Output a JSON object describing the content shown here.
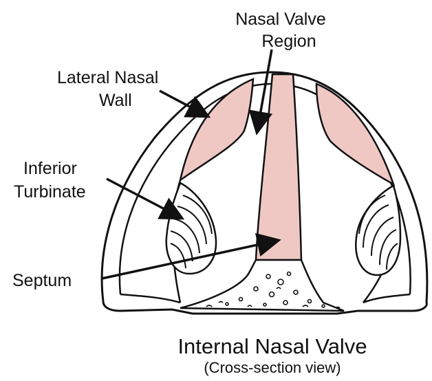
{
  "labels": {
    "nasal_valve_region": [
      "Nasal Valve",
      "Region"
    ],
    "lateral_nasal_wall": [
      "Lateral Nasal",
      "Wall"
    ],
    "inferior_turbinate": [
      "Inferior",
      "Turbinate"
    ],
    "septum": "Septum"
  },
  "caption": {
    "title": "Internal Nasal Valve",
    "subtitle": "(Cross-section view)"
  },
  "colors": {
    "tissue_pink": "#efc8c4",
    "outline": "#111111",
    "background": "#ffffff"
  }
}
